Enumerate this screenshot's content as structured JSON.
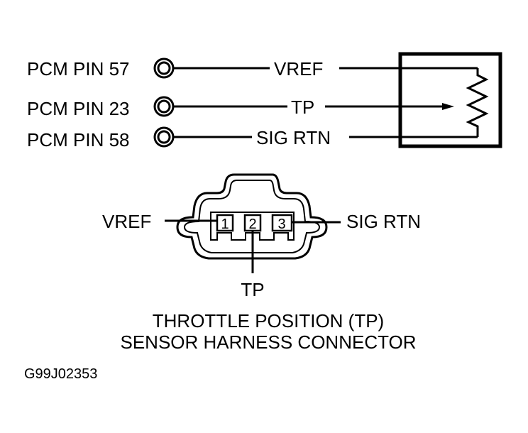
{
  "diagram": {
    "pcm_pins": [
      {
        "label": "PCM PIN 57",
        "wire": "VREF"
      },
      {
        "label": "PCM PIN 23",
        "wire": "TP"
      },
      {
        "label": "PCM PIN 58",
        "wire": "SIG RTN"
      }
    ],
    "connector": {
      "pins": [
        "1",
        "2",
        "3"
      ],
      "left_label": "VREF",
      "bottom_label": "TP",
      "right_label": "SIG RTN"
    },
    "caption_line1": "THROTTLE POSITION (TP)",
    "caption_line2": "SENSOR HARNESS CONNECTOR",
    "figure_id": "G99J02353"
  }
}
